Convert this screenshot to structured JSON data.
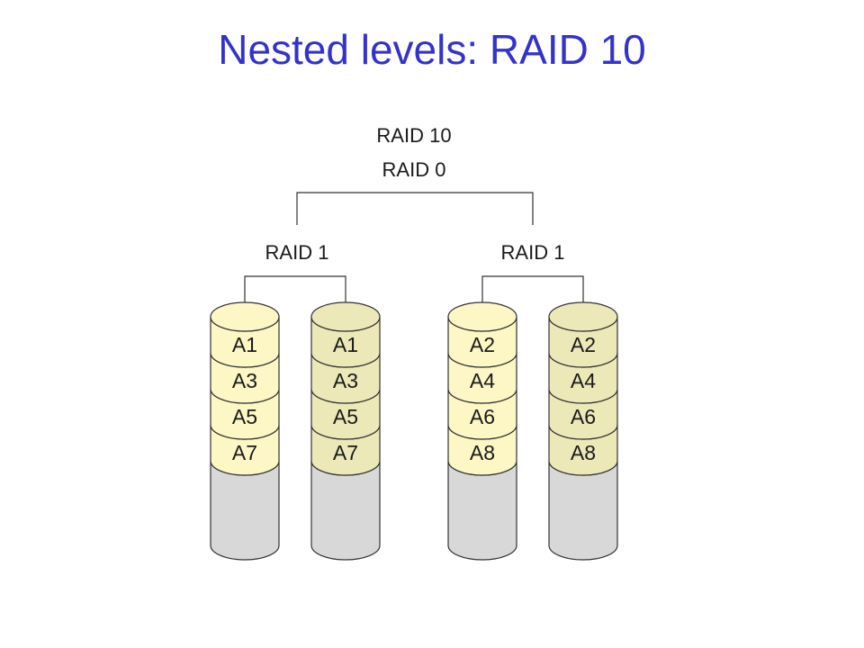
{
  "title": "Nested levels: RAID 10",
  "colors": {
    "title": "#3333cc",
    "light_fill": "#fcf7c4",
    "dark_fill": "#ece8b8",
    "body_fill": "#d8d8d8",
    "stroke": "#333333"
  },
  "top_labels": [
    "RAID 10",
    "RAID 0"
  ],
  "mirror_groups": [
    {
      "label": "RAID 1"
    },
    {
      "label": "RAID 1"
    }
  ],
  "disks": [
    {
      "group": 0,
      "shade": "light",
      "blocks": [
        "A1",
        "A3",
        "A5",
        "A7"
      ]
    },
    {
      "group": 0,
      "shade": "dark",
      "blocks": [
        "A1",
        "A3",
        "A5",
        "A7"
      ]
    },
    {
      "group": 1,
      "shade": "light",
      "blocks": [
        "A2",
        "A4",
        "A6",
        "A8"
      ]
    },
    {
      "group": 1,
      "shade": "dark",
      "blocks": [
        "A2",
        "A4",
        "A6",
        "A8"
      ]
    }
  ]
}
